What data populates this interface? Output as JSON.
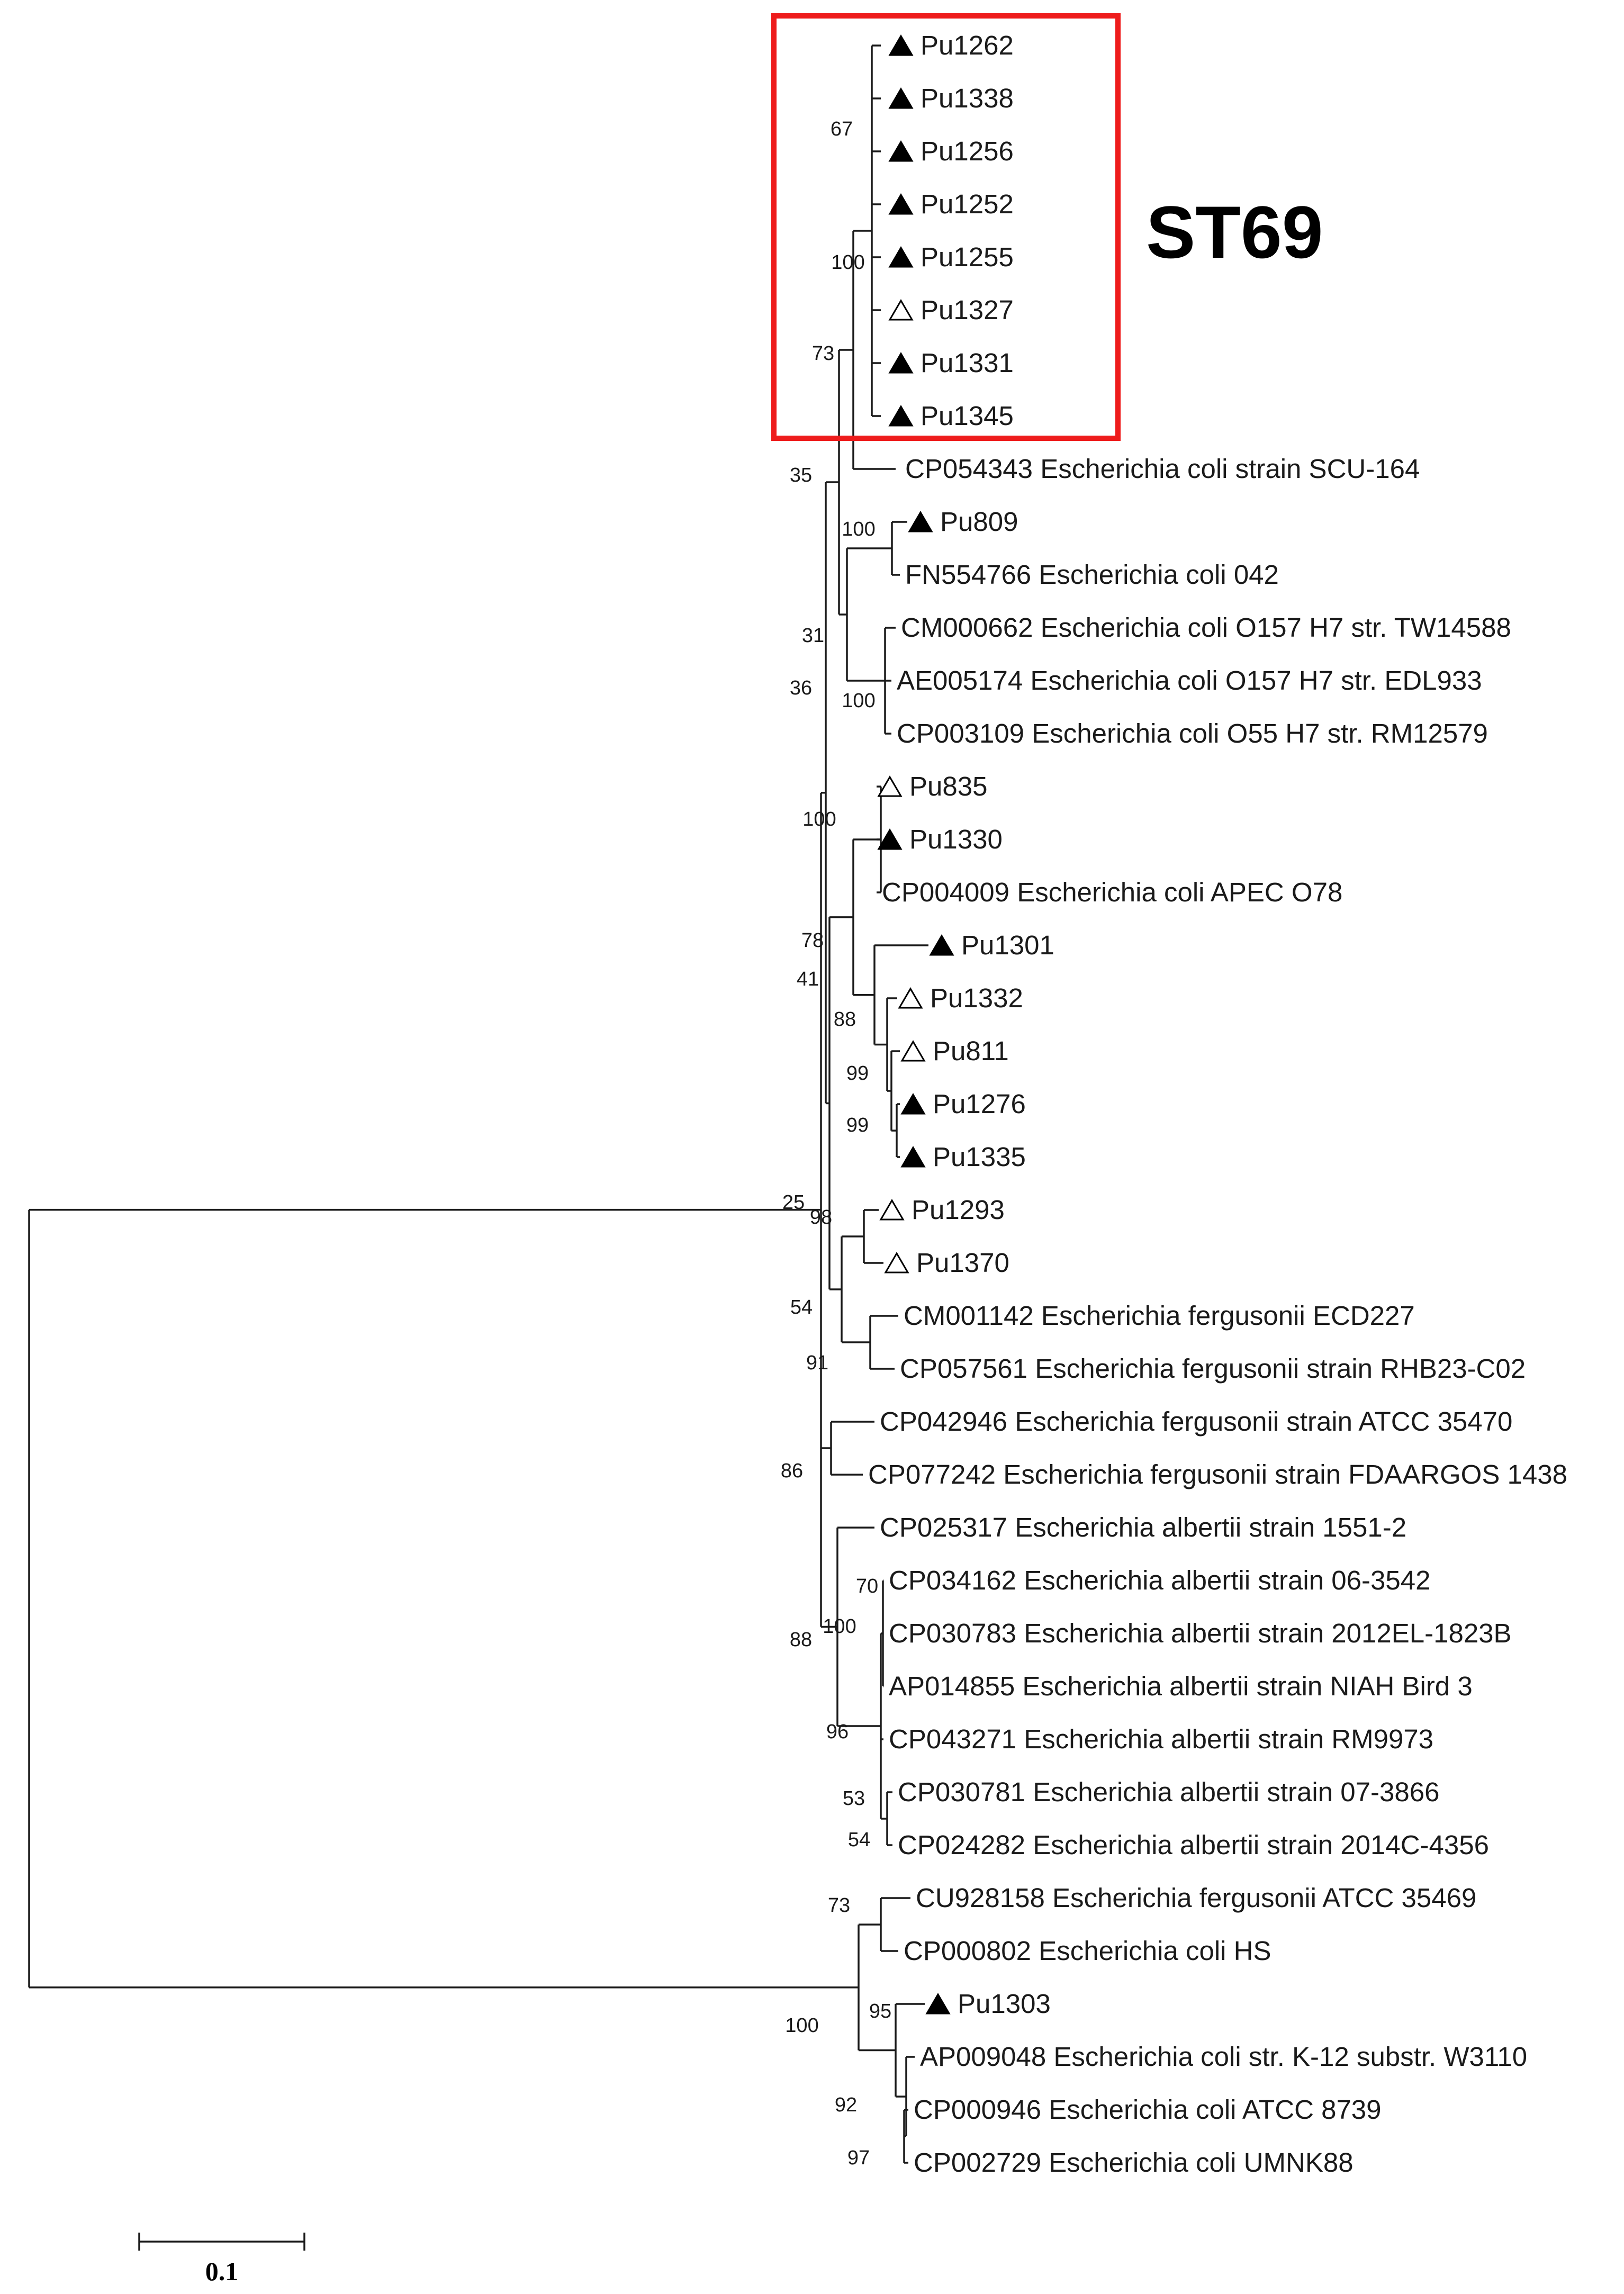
{
  "tips": [
    {
      "marker": "filled",
      "label": "Pu1262"
    },
    {
      "marker": "filled",
      "label": "Pu1338"
    },
    {
      "marker": "filled",
      "label": "Pu1256"
    },
    {
      "marker": "filled",
      "label": "Pu1252"
    },
    {
      "marker": "filled",
      "label": "Pu1255"
    },
    {
      "marker": "open",
      "label": "Pu1327"
    },
    {
      "marker": "filled",
      "label": "Pu1331"
    },
    {
      "marker": "filled",
      "label": "Pu1345"
    },
    {
      "marker": "none",
      "label": "CP054343 Escherichia coli strain SCU-164"
    },
    {
      "marker": "filled",
      "label": "Pu809"
    },
    {
      "marker": "none",
      "label": "FN554766 Escherichia coli 042"
    },
    {
      "marker": "none",
      "label": "CM000662 Escherichia coli O157 H7 str. TW14588"
    },
    {
      "marker": "none",
      "label": "AE005174 Escherichia coli O157 H7 str. EDL933"
    },
    {
      "marker": "none",
      "label": "CP003109 Escherichia coli O55 H7 str. RM12579"
    },
    {
      "marker": "open",
      "label": "Pu835"
    },
    {
      "marker": "filled",
      "label": "Pu1330"
    },
    {
      "marker": "none",
      "label": "CP004009 Escherichia coli APEC O78"
    },
    {
      "marker": "filled",
      "label": "Pu1301"
    },
    {
      "marker": "open",
      "label": "Pu1332"
    },
    {
      "marker": "open",
      "label": "Pu811"
    },
    {
      "marker": "filled",
      "label": "Pu1276"
    },
    {
      "marker": "filled",
      "label": "Pu1335"
    },
    {
      "marker": "open",
      "label": "Pu1293"
    },
    {
      "marker": "open",
      "label": "Pu1370"
    },
    {
      "marker": "none",
      "label": "CM001142 Escherichia fergusonii ECD227"
    },
    {
      "marker": "none",
      "label": "CP057561 Escherichia fergusonii strain RHB23-C02"
    },
    {
      "marker": "none",
      "label": "CP042946 Escherichia fergusonii strain ATCC 35470"
    },
    {
      "marker": "none",
      "label": "CP077242 Escherichia fergusonii strain FDAARGOS 1438"
    },
    {
      "marker": "none",
      "label": "CP025317 Escherichia albertii strain 1551-2"
    },
    {
      "marker": "none",
      "label": "CP034162 Escherichia albertii strain 06-3542"
    },
    {
      "marker": "none",
      "label": "CP030783 Escherichia albertii strain 2012EL-1823B"
    },
    {
      "marker": "none",
      "label": "AP014855 Escherichia albertii strain NIAH Bird 3"
    },
    {
      "marker": "none",
      "label": "CP043271 Escherichia albertii strain RM9973"
    },
    {
      "marker": "none",
      "label": "CP030781 Escherichia albertii strain 07-3866"
    },
    {
      "marker": "none",
      "label": "CP024282 Escherichia albertii strain 2014C-4356"
    },
    {
      "marker": "none",
      "label": "CU928158 Escherichia fergusonii ATCC 35469"
    },
    {
      "marker": "none",
      "label": "CP000802 Escherichia coli HS"
    },
    {
      "marker": "filled",
      "label": "Pu1303"
    },
    {
      "marker": "none",
      "label": "AP009048 Escherichia coli str. K-12 substr. W3110"
    },
    {
      "marker": "none",
      "label": "CP000946 Escherichia coli ATCC 8739"
    },
    {
      "marker": "none",
      "label": "CP002729 Escherichia coli UMNK88"
    }
  ],
  "bootstrap_values": [
    "67",
    "100",
    "73",
    "35",
    "100",
    "31",
    "36",
    "100",
    "100",
    "78",
    "41",
    "88",
    "99",
    "99",
    "25",
    "98",
    "54",
    "91",
    "86",
    "70",
    "100",
    "88",
    "96",
    "53",
    "54",
    "73",
    "95",
    "100",
    "92",
    "97"
  ],
  "highlight": {
    "label": "ST69",
    "color": "#ee1c1c"
  },
  "scale_bar": {
    "label": "0.1",
    "length": 0.1
  }
}
